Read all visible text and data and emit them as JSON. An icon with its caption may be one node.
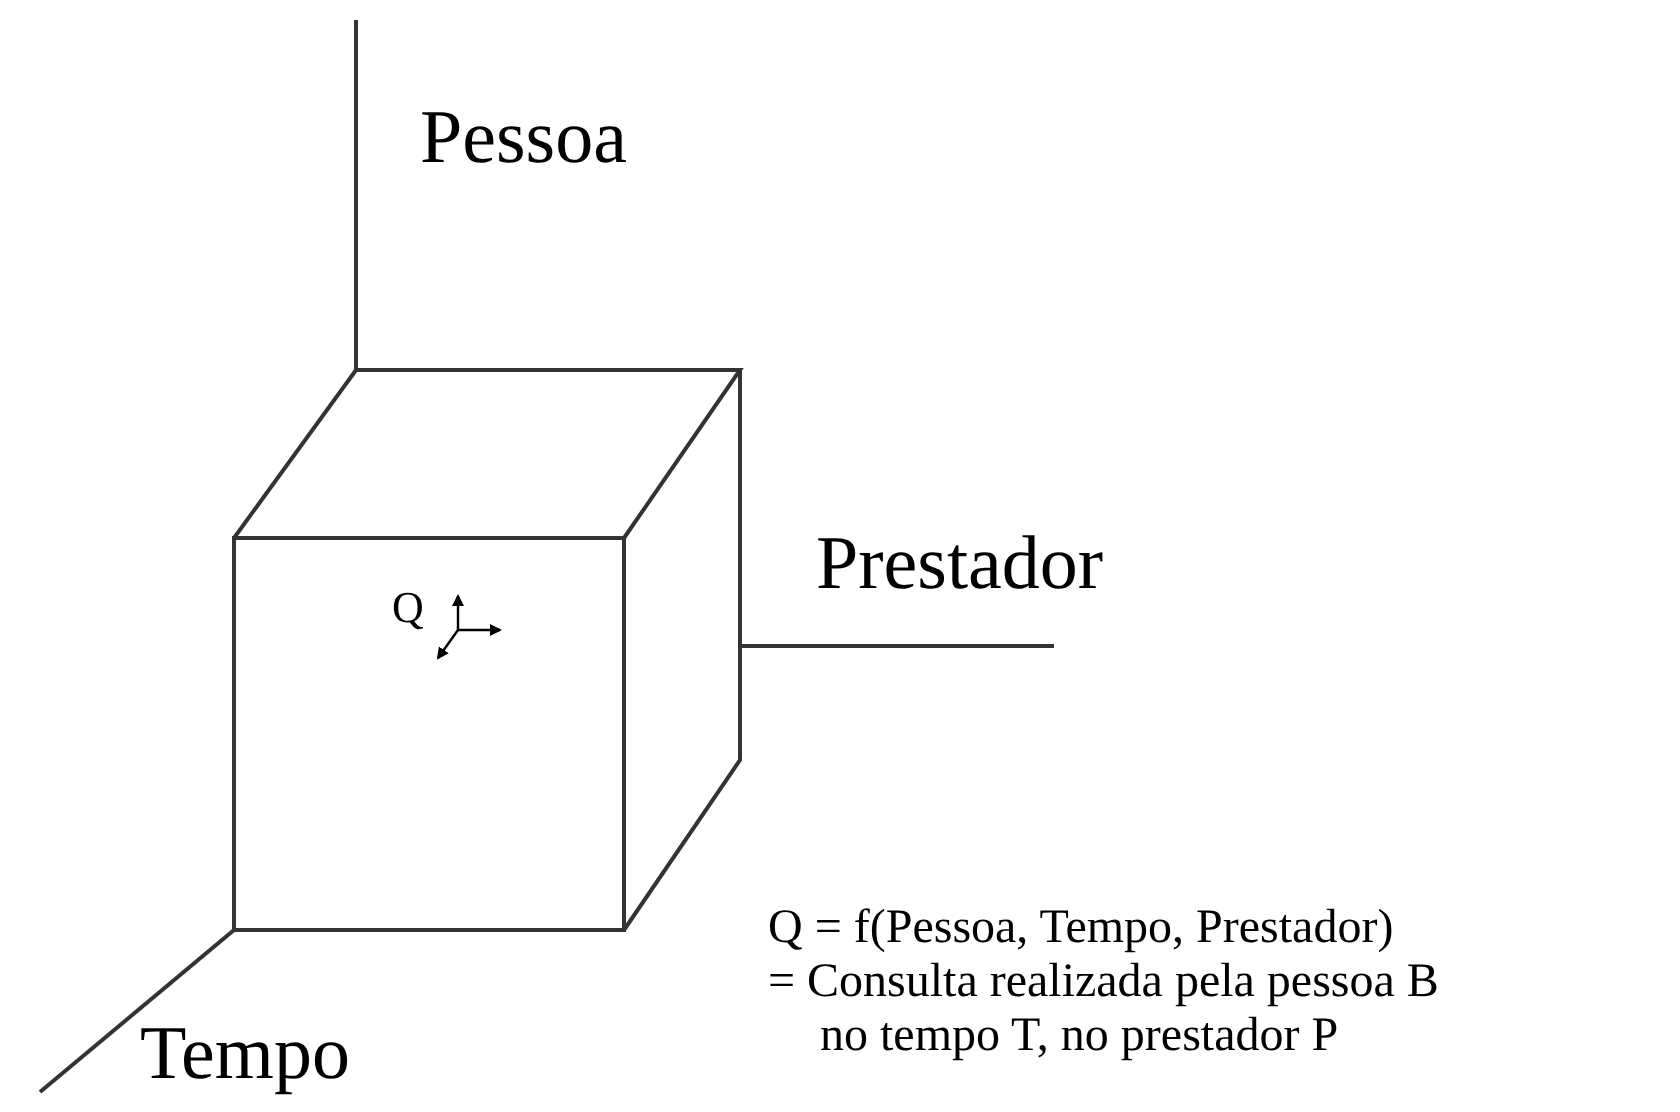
{
  "diagram": {
    "labels": [
      "Pessoa",
      "Prestador",
      "Q",
      "Q = f(Pessoa, Tempo, Prestador)",
      "= Consulta realizada pela pessoa B",
      "Tempo",
      "no tempo T, no prestador P"
    ]
  }
}
